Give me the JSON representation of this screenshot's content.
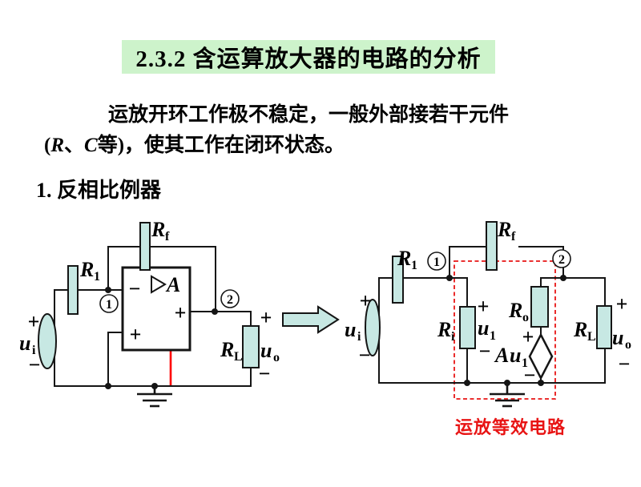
{
  "slide": {
    "title": "2.3.2  含运算放大器的电路的分析",
    "intro_line1": "运放开环工作极不稳定，一般外部接若干元件",
    "intro_line2": {
      "open": "(",
      "R": "R",
      "sep": "、",
      "C": "C",
      "rest": "等)，使其工作在闭环状态。"
    },
    "heading": {
      "num": "1.",
      "text": "反相比例器"
    }
  },
  "glyphs": {
    "R": "R",
    "u": "u",
    "A": "A",
    "plus": "+",
    "minus": "−",
    "one": "1",
    "two": "2",
    "f": "f",
    "i": "i",
    "o": "o",
    "L": "L"
  },
  "right_circuit": {
    "caption": "运放等效电路"
  },
  "colors": {
    "title_bg": "#cdf3cb",
    "comp_fill": "#c7e8e3",
    "red": "#e81414",
    "bright_red": "#ff0000",
    "wire": "#151515"
  }
}
